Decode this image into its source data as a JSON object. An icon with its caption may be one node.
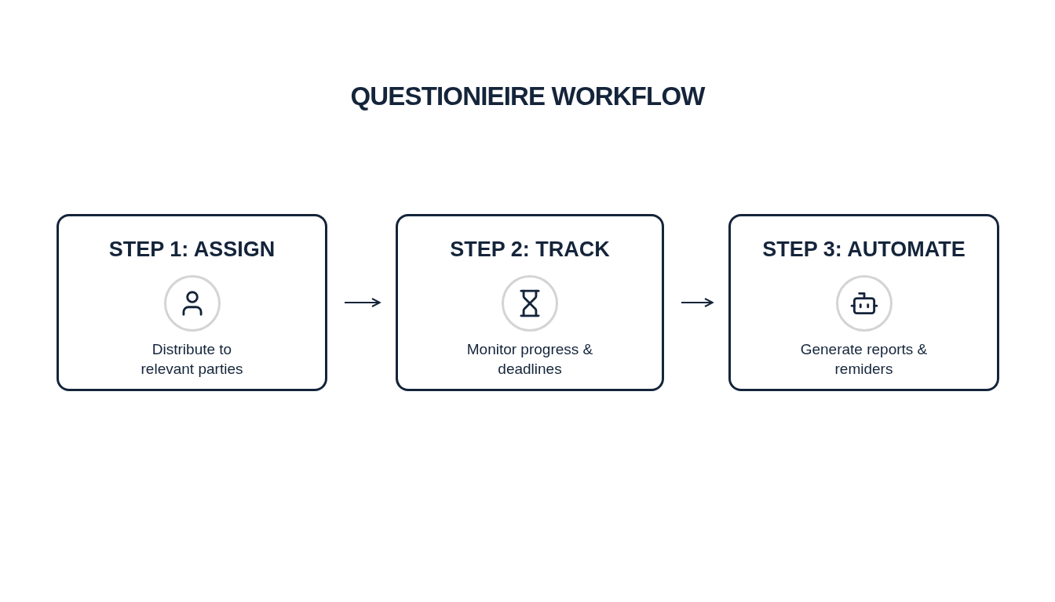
{
  "diagram": {
    "title": "QUESTIONIEIRE WORKFLOW",
    "nodes": [
      {
        "text": [
          "STEP 1: ASSIGN",
          "Distribute to relevant parties"
        ]
      },
      {
        "text": [
          "STEP 2: TRACK",
          "Monitor progress & deadlines"
        ]
      },
      {
        "text": [
          "STEP 3: AUTOMATE",
          "Generate reports & remiders"
        ]
      }
    ],
    "edges": [
      {
        "from": 0,
        "to": 1,
        "arrow": "to"
      },
      {
        "from": 1,
        "to": 2,
        "arrow": "to"
      }
    ]
  }
}
